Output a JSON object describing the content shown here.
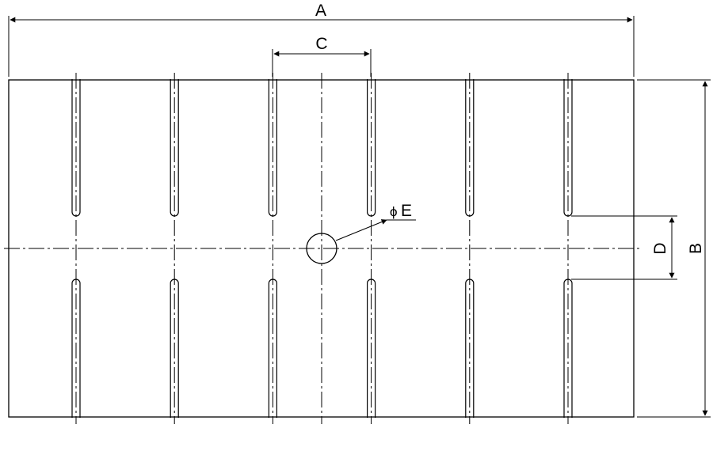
{
  "drawing": {
    "labels": {
      "overall_width": "A",
      "overall_height": "B",
      "slot_pitch": "C",
      "slot_gap": "D",
      "hole_diameter": "E",
      "diameter_symbol": "ϕ"
    },
    "slot_columns": 6,
    "slot_rows": 2,
    "line_color": "#000000",
    "background": "#ffffff"
  }
}
